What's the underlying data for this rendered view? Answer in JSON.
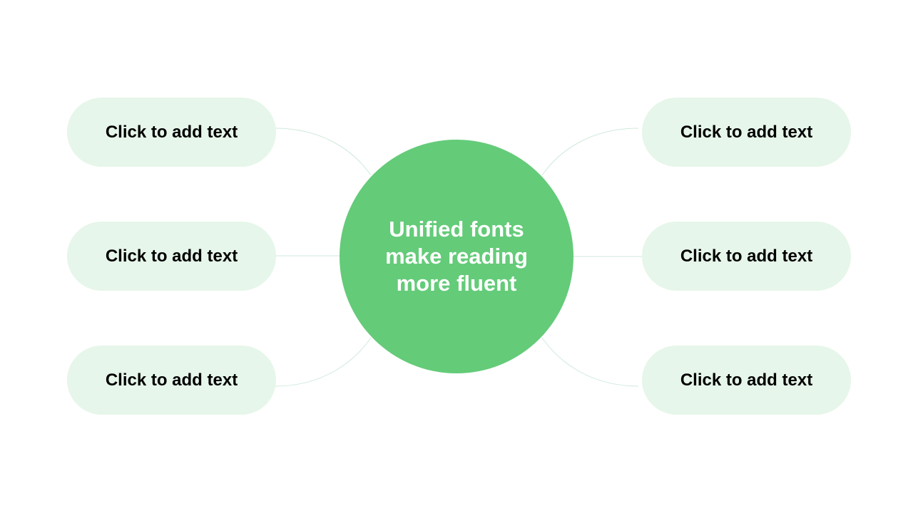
{
  "colors": {
    "center_fill": "#64cb79",
    "center_text": "#ffffff",
    "pill_fill": "#e6f6ea",
    "pill_text": "#000000",
    "connector": "#cfeadb"
  },
  "center": {
    "text": "Unified fonts make reading more fluent"
  },
  "left_items": [
    {
      "label": "Click to add text"
    },
    {
      "label": "Click to add text"
    },
    {
      "label": "Click to add text"
    }
  ],
  "right_items": [
    {
      "label": "Click to add text"
    },
    {
      "label": "Click to add text"
    },
    {
      "label": "Click to add text"
    }
  ]
}
